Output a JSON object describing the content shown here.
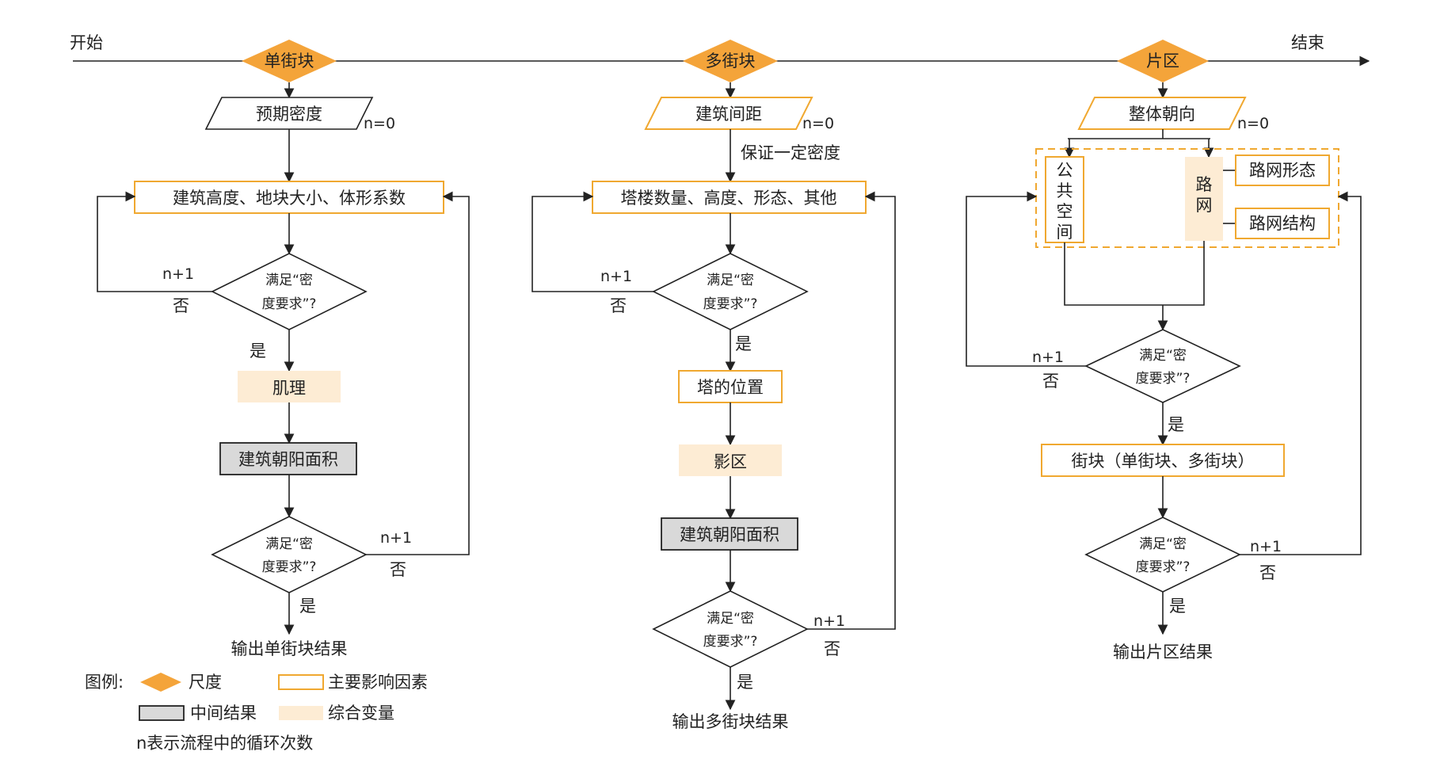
{
  "timeline": {
    "start": "开始",
    "end": "结束"
  },
  "scales": [
    "单街块",
    "多街块",
    "片区"
  ],
  "labels": {
    "n0": "n=0",
    "n1": "n+1",
    "yes": "是",
    "no": "否"
  },
  "decision": {
    "line1": "满足“密",
    "line2": "度要求”?"
  },
  "col1": {
    "input": "预期密度",
    "factors": "建筑高度、地块大小、体形系数",
    "variable": "肌理",
    "intermediate": "建筑朝阳面积",
    "output": "输出单街块结果"
  },
  "col2": {
    "input": "建筑间距",
    "note": "保证一定密度",
    "factors": "塔楼数量、高度、形态、其他",
    "factor2": "塔的位置",
    "variable": "影区",
    "intermediate": "建筑朝阳面积",
    "output": "输出多街块结果"
  },
  "col3": {
    "input": "整体朝向",
    "public_space": [
      "公",
      "共",
      "空",
      "间"
    ],
    "road_net": [
      "路",
      "网"
    ],
    "road_form": "路网形态",
    "road_structure": "路网结构",
    "block": "街块（单街块、多街块）",
    "output": "输出片区结果"
  },
  "legend": {
    "title": "图例:",
    "scale": "尺度",
    "main_factor": "主要影响因素",
    "intermediate": "中间结果",
    "variable": "综合变量",
    "note": "n表示流程中的循环次数"
  },
  "colors": {
    "orange": "#f4a43a",
    "orange_stroke": "#f0a830",
    "beige": "#fdecd4",
    "gray": "#d9d9d9"
  }
}
